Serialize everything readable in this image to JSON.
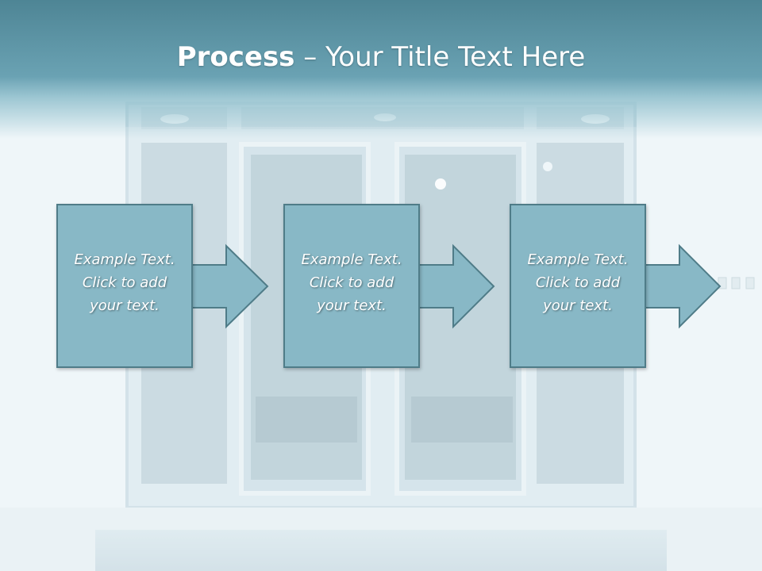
{
  "slide": {
    "title_bold": "Process",
    "title_rest": " – Your Title Text Here"
  },
  "steps": [
    {
      "line1": "Example Text.",
      "line2": "Click  to add",
      "line3": "your text."
    },
    {
      "line1": "Example Text.",
      "line2": "Click  to add",
      "line3": "your text."
    },
    {
      "line1": "Example Text.",
      "line2": "Click  to add",
      "line3": "your text."
    }
  ],
  "colors": {
    "title_band": "#5f97a8",
    "box_fill": "#88b8c6",
    "box_border": "#4f7c88"
  }
}
